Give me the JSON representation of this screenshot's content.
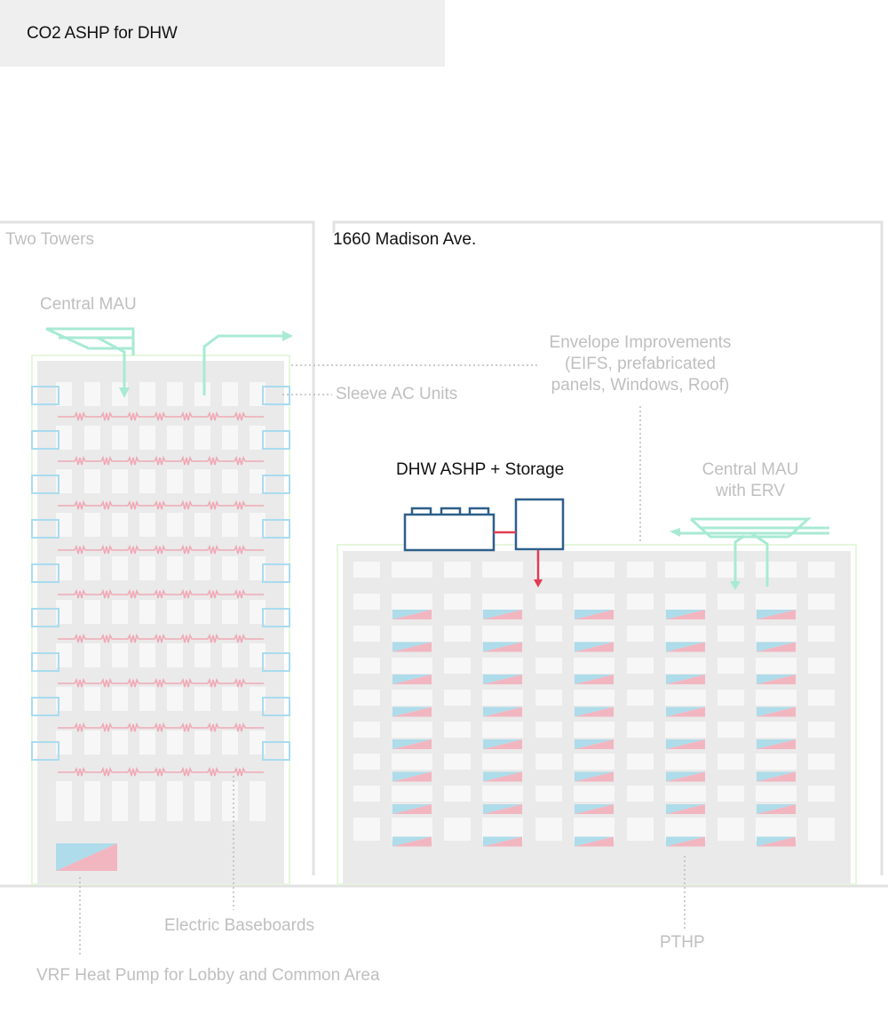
{
  "header": {
    "title": "CO2 ASHP for DHW"
  },
  "left_building": {
    "name": "Two Towers",
    "mau_label": "Central MAU",
    "sleeve_label": "Sleeve AC Units",
    "baseboard_label": "Electric Baseboards",
    "vrf_label": "VRF Heat Pump for Lobby and Common Area"
  },
  "right_building": {
    "name": "1660 Madison Ave.",
    "envelope_label": [
      "Envelope Improvements",
      "(EIFS, prefabricated",
      "panels, Windows, Roof)"
    ],
    "dhw_label": "DHW ASHP + Storage",
    "mau_label": [
      "Central MAU",
      "with ERV"
    ],
    "pthp_label": "PTHP"
  },
  "colors": {
    "building_fill": "#eaeaea",
    "window": "#f7f7f7",
    "envelope_outline": "#e6f7dc",
    "mau_green": "#a8ead3",
    "sleeve_blue": "#a9dcef",
    "baseboard_red": "#f0a9b5",
    "dhw_blue": "#2d5f8a",
    "dhw_red": "#e23c55",
    "pthp_blue": "#aedcea",
    "pthp_red": "#f2b6c1",
    "frame": "#e2e2e2",
    "leader": "#bbbbbb"
  }
}
